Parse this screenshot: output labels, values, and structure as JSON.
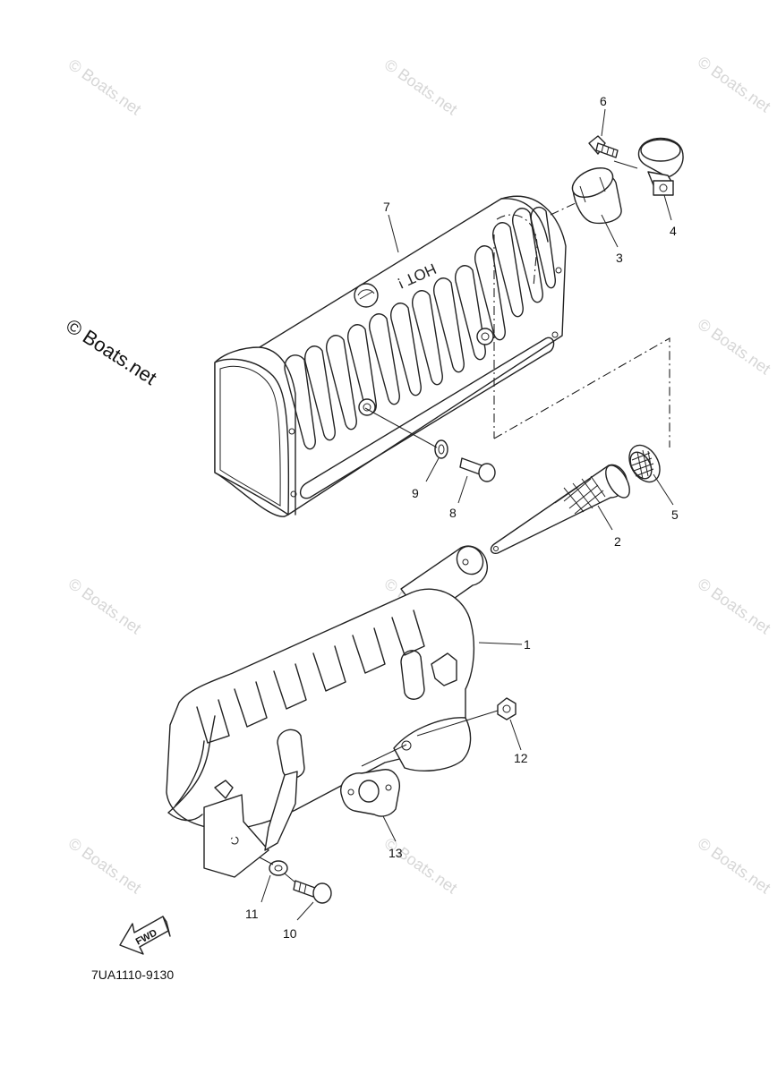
{
  "watermark": "© Boats.net",
  "watermark_main": "© Boats.net",
  "diagram_code": "7UA1110-9130",
  "hot_label": "HOT !",
  "fwd_label": "FWD",
  "callouts": {
    "c1": "1",
    "c2": "2",
    "c3": "3",
    "c4": "4",
    "c5": "5",
    "c6": "6",
    "c7": "7",
    "c8": "8",
    "c9": "9",
    "c10": "10",
    "c11": "11",
    "c12": "12",
    "c13": "13"
  }
}
